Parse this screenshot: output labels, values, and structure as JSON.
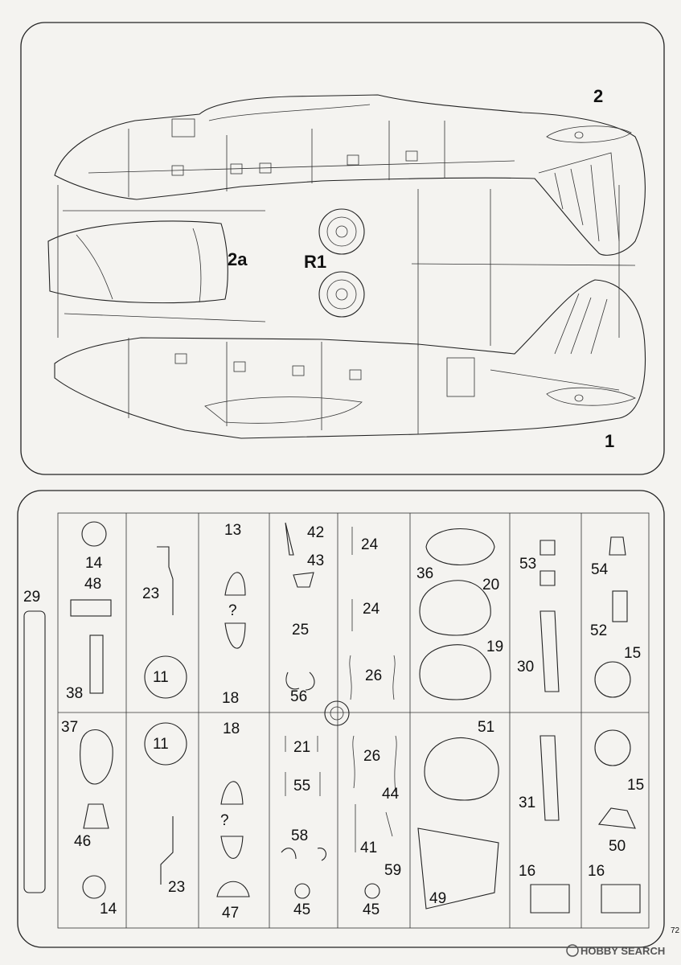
{
  "upper_sprue": {
    "labels": {
      "fuselage_right": "2",
      "fuselage_left": "1",
      "cowl_half": "2a",
      "engine_pair": "R1"
    }
  },
  "lower_sprue": {
    "labels": {
      "p13": "13",
      "p14a": "14",
      "p48": "48",
      "p29": "29",
      "p23a": "23",
      "q1": "?",
      "p42": "42",
      "p43": "43",
      "p24a": "24",
      "p36": "36",
      "p20": "20",
      "p53": "53",
      "p54": "54",
      "p25": "25",
      "p24b": "24",
      "p52": "52",
      "p19": "19",
      "p11a": "11",
      "p38": "38",
      "p18a": "18",
      "p56": "56",
      "p26a": "26",
      "p30": "30",
      "p15a": "15",
      "p37": "37",
      "p11b": "11",
      "p18b": "18",
      "p21": "21",
      "p26b": "26",
      "p51": "51",
      "p55": "55",
      "p44": "44",
      "p15b": "15",
      "p31": "31",
      "q2": "?",
      "p46": "46",
      "p58": "58",
      "p41": "41",
      "p50": "50",
      "p59": "59",
      "p23b": "23",
      "p49": "49",
      "p16a": "16",
      "p16b": "16",
      "p14b": "14",
      "p47": "47",
      "p45a": "45",
      "p45b": "45"
    }
  },
  "page_number": "72",
  "watermark": "HOBBY SEARCH"
}
